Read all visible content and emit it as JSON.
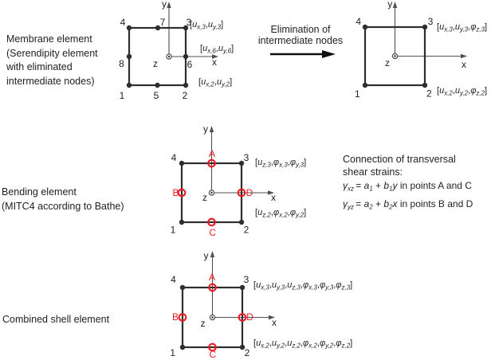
{
  "colors": {
    "accent_red": "#ed1c24",
    "line_dark": "#2e2e2e",
    "line_axis": "#4f4f4f",
    "text": "#1f1f1f"
  },
  "captions": {
    "membrane": [
      "Membrane element",
      "(Serendipity element",
      "with eliminated",
      "intermediate nodes)"
    ],
    "bending": [
      "Bending element",
      "(MITC4 according to Bathe)"
    ],
    "combined": [
      "Combined shell element"
    ]
  },
  "transition": {
    "line1": "Elimination of",
    "line2": "intermediate nodes"
  },
  "diagrams": {
    "membrane_left": {
      "node_labels": {
        "n1": "1",
        "n2": "2",
        "n3": "3",
        "n4": "4",
        "n5": "5",
        "n6": "6",
        "n7": "7",
        "n8": "8"
      },
      "axis_labels": {
        "x": "x",
        "y": "y",
        "z": "z"
      },
      "dof_node3": [
        [
          "[",
          "n"
        ],
        [
          "u",
          "i"
        ],
        [
          "x,3",
          "si"
        ],
        [
          ",",
          "n"
        ],
        [
          "u",
          "i"
        ],
        [
          "y,3",
          "si"
        ],
        [
          "]",
          "n"
        ]
      ],
      "dof_node6": [
        [
          "[",
          "n"
        ],
        [
          "u",
          "i"
        ],
        [
          "x,6",
          "si"
        ],
        [
          ",",
          "n"
        ],
        [
          "u",
          "i"
        ],
        [
          "y,6",
          "si"
        ],
        [
          "]",
          "n"
        ]
      ],
      "dof_node2": [
        [
          "[",
          "n"
        ],
        [
          "u",
          "i"
        ],
        [
          "x,2",
          "si"
        ],
        [
          ",",
          "n"
        ],
        [
          "u",
          "i"
        ],
        [
          "y,2",
          "si"
        ],
        [
          "]",
          "n"
        ]
      ]
    },
    "membrane_right": {
      "node_labels": {
        "n1": "1",
        "n2": "2",
        "n3": "3",
        "n4": "4"
      },
      "axis_labels": {
        "x": "x",
        "y": "y",
        "z": "z"
      },
      "dof_node3": [
        [
          "[",
          "n"
        ],
        [
          "u",
          "i"
        ],
        [
          "x,3",
          "si"
        ],
        [
          ",",
          "n"
        ],
        [
          "u",
          "i"
        ],
        [
          "y,3",
          "si"
        ],
        [
          ",",
          "n"
        ],
        [
          "φ",
          "i"
        ],
        [
          "z,3",
          "si"
        ],
        [
          "]",
          "n"
        ]
      ],
      "dof_node2": [
        [
          "[",
          "n"
        ],
        [
          "u",
          "i"
        ],
        [
          "x,2",
          "si"
        ],
        [
          ",",
          "n"
        ],
        [
          "u",
          "i"
        ],
        [
          "y,2",
          "si"
        ],
        [
          ",",
          "n"
        ],
        [
          "φ",
          "i"
        ],
        [
          "z,2",
          "si"
        ],
        [
          "]",
          "n"
        ]
      ]
    },
    "bending": {
      "node_labels": {
        "n1": "1",
        "n2": "2",
        "n3": "3",
        "n4": "4"
      },
      "tie_point_labels": {
        "A": "A",
        "B": "B",
        "C": "C",
        "D": "D"
      },
      "axis_labels": {
        "x": "x",
        "y": "y",
        "z": "z"
      },
      "dof_node3": [
        [
          "[",
          "n"
        ],
        [
          "u",
          "i"
        ],
        [
          "z,3",
          "si"
        ],
        [
          ",",
          "n"
        ],
        [
          "φ",
          "i"
        ],
        [
          "x,3",
          "si"
        ],
        [
          ",",
          "n"
        ],
        [
          "φ",
          "i"
        ],
        [
          "y,3",
          "si"
        ],
        [
          "]",
          "n"
        ]
      ],
      "dof_node2": [
        [
          "[",
          "n"
        ],
        [
          "u",
          "i"
        ],
        [
          "z,2",
          "si"
        ],
        [
          ",",
          "n"
        ],
        [
          "φ",
          "i"
        ],
        [
          "x,2",
          "si"
        ],
        [
          ",",
          "n"
        ],
        [
          "φ",
          "i"
        ],
        [
          "y,2",
          "si"
        ],
        [
          "]",
          "n"
        ]
      ]
    },
    "combined": {
      "node_labels": {
        "n1": "1",
        "n2": "2",
        "n3": "3",
        "n4": "4"
      },
      "tie_point_labels": {
        "A": "A",
        "B": "B",
        "C": "C",
        "D": "D"
      },
      "axis_labels": {
        "x": "x",
        "y": "y",
        "z": "z"
      },
      "dof_node3": [
        [
          "[",
          "n"
        ],
        [
          "u",
          "i"
        ],
        [
          "x,3",
          "si"
        ],
        [
          ",",
          "n"
        ],
        [
          "u",
          "i"
        ],
        [
          "y,3",
          "si"
        ],
        [
          ",",
          "n"
        ],
        [
          "u",
          "i"
        ],
        [
          "z,3",
          "si"
        ],
        [
          ",",
          "n"
        ],
        [
          "φ",
          "i"
        ],
        [
          "x,3",
          "si"
        ],
        [
          ",",
          "n"
        ],
        [
          "φ",
          "i"
        ],
        [
          "y,3",
          "si"
        ],
        [
          ",",
          "n"
        ],
        [
          "φ",
          "i"
        ],
        [
          "z,3",
          "si"
        ],
        [
          "]",
          "n"
        ]
      ],
      "dof_node2": [
        [
          "[",
          "n"
        ],
        [
          "u",
          "i"
        ],
        [
          "x,2",
          "si"
        ],
        [
          ",",
          "n"
        ],
        [
          "u",
          "i"
        ],
        [
          "y,2",
          "si"
        ],
        [
          ",",
          "n"
        ],
        [
          "u",
          "i"
        ],
        [
          "z,2",
          "si"
        ],
        [
          ",",
          "n"
        ],
        [
          "φ",
          "i"
        ],
        [
          "x,2",
          "si"
        ],
        [
          ",",
          "n"
        ],
        [
          "φ",
          "i"
        ],
        [
          "y,2",
          "si"
        ],
        [
          ",",
          "n"
        ],
        [
          "φ",
          "i"
        ],
        [
          "z,2",
          "si"
        ],
        [
          "]",
          "n"
        ]
      ]
    }
  },
  "connection_note": {
    "line1": "Connection of transversal",
    "line2": "shear strains:",
    "eq1": [
      [
        "γ",
        "i"
      ],
      [
        "xz ",
        "si"
      ],
      [
        "= ",
        "n"
      ],
      [
        "a",
        "i"
      ],
      [
        "1",
        "si"
      ],
      [
        " + ",
        "n"
      ],
      [
        "b",
        "i"
      ],
      [
        "1",
        "si"
      ],
      [
        "y",
        "i"
      ],
      [
        "  in points A and C",
        "n"
      ]
    ],
    "eq2": [
      [
        "γ",
        "i"
      ],
      [
        "yz ",
        "si"
      ],
      [
        "= ",
        "n"
      ],
      [
        "a",
        "i"
      ],
      [
        "2",
        "si"
      ],
      [
        " + ",
        "n"
      ],
      [
        "b",
        "i"
      ],
      [
        "2",
        "si"
      ],
      [
        "x",
        "i"
      ],
      [
        "  in points B and D",
        "n"
      ]
    ]
  }
}
